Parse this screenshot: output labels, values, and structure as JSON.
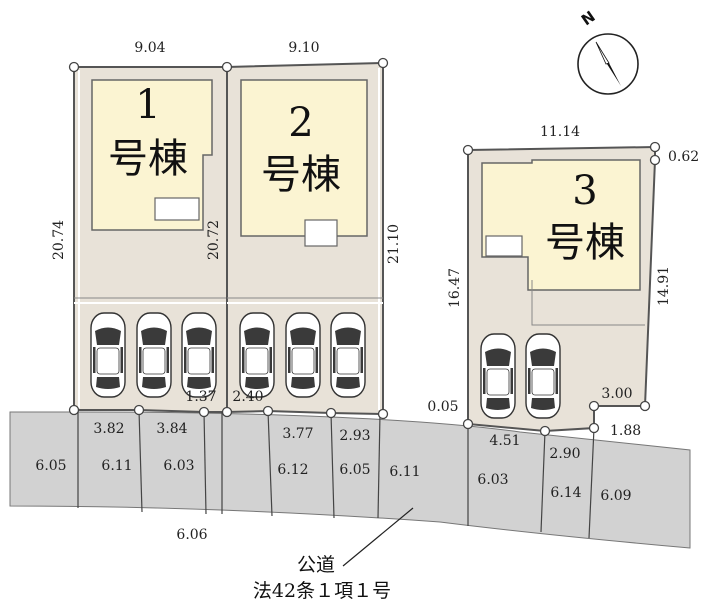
{
  "compass": {
    "north_label": "N"
  },
  "lots": [
    {
      "id": "1",
      "number": "1",
      "suffix": "号棟",
      "dims": {
        "top": "9.04",
        "left": "20.74",
        "right": "20.72",
        "front_a": "3.82",
        "front_b": "3.84",
        "front_c": "1.37"
      }
    },
    {
      "id": "2",
      "number": "2",
      "suffix": "号棟",
      "dims": {
        "top": "9.10",
        "right": "21.10",
        "front_a": "2.40",
        "front_b": "3.77",
        "front_c": "2.93"
      }
    },
    {
      "id": "3",
      "number": "3",
      "suffix": "号棟",
      "dims": {
        "top": "11.14",
        "corner": "0.62",
        "left": "16.47",
        "right": "14.91",
        "corner_left": "0.05",
        "front_a": "4.51",
        "front_b": "2.90",
        "notch_w": "3.00",
        "notch_h": "1.88"
      }
    }
  ],
  "road_widths": [
    "6.05",
    "6.11",
    "6.03",
    "6.06",
    "6.12",
    "6.05",
    "6.11",
    "6.03",
    "6.14",
    "6.09"
  ],
  "road": {
    "name": "公道",
    "classification": "法42条１項１号"
  },
  "colors": {
    "building": "#fbf4d2",
    "lot": "#e8e2d8",
    "road": "#d2d2d2",
    "line": "#555555"
  }
}
